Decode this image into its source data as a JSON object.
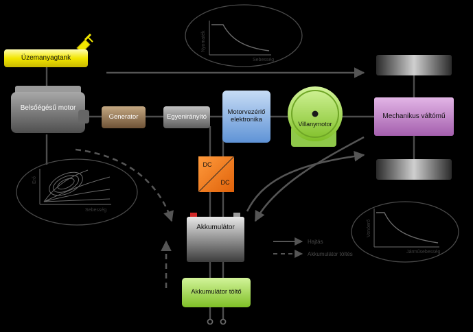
{
  "components": {
    "fuel_tank": "Üzemanyagtank",
    "ice": "Belsőégésű motor",
    "generator": "Generator",
    "rectifier": "Egyenirányító",
    "motor_controller": "Motorvezérlő elektronika",
    "electric_motor": "Villanymotor",
    "gearbox": "Mechanikus váltómű",
    "dcdc_top": "DC",
    "dcdc_bottom": "DC",
    "battery": "Akkumulátor",
    "charger": "Akkumulátor töltő"
  },
  "graphs": {
    "motor_curve": {
      "ylabel": "Nyomaték",
      "xlabel": "Sebesség"
    },
    "engine_map": {
      "ylabel": "Erő",
      "xlabel": "Sebesség"
    },
    "traction_curve": {
      "ylabel": "Vonóerő",
      "xlabel": "Járműsebesség"
    }
  },
  "legend": {
    "drive": "Hajtás",
    "charging": "Akkumulátor töltés"
  },
  "colors": {
    "fuel_tank": "#f2e600",
    "ice": "#7a7a7a",
    "generator": "#9a7a55",
    "rectifier": "#909090",
    "motor_controller": "#8db4e2",
    "electric_motor": "#b9e07f",
    "gearbox": "#c27fc9",
    "dcdc": "#f07a1e",
    "battery": "#777777",
    "charger": "#9bd23c",
    "line": "#4d4d4d"
  }
}
